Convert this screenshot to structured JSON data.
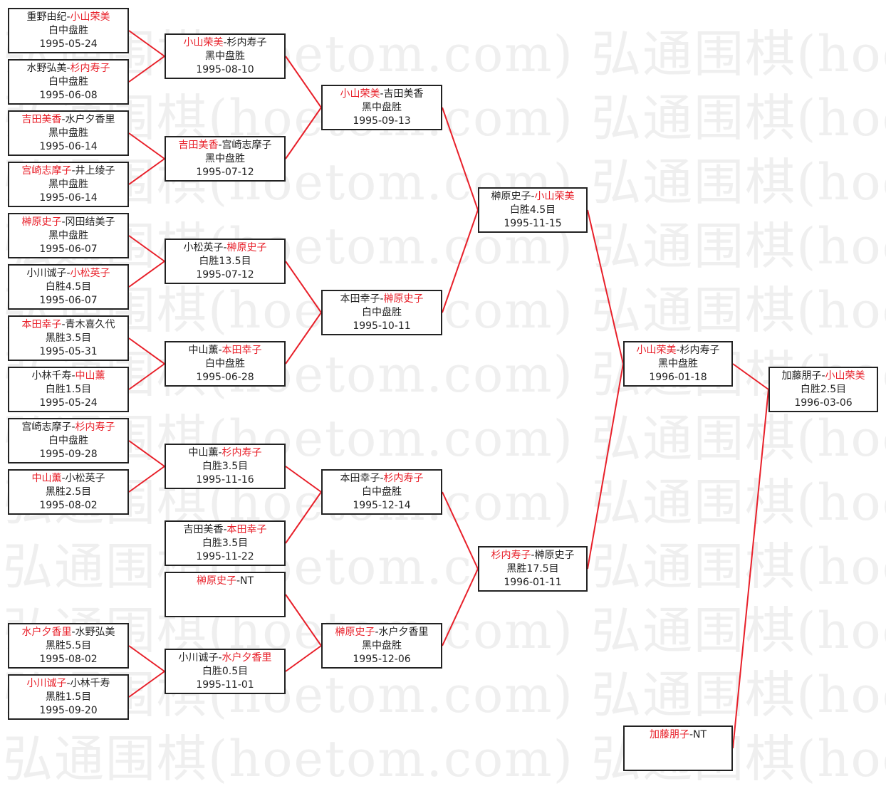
{
  "watermark": "弘通围棋(hoetom.com)",
  "colors": {
    "winner": "#e8202a",
    "line": "#e8202a",
    "border": "#222222"
  },
  "rounds": [
    [
      {
        "p1": "重野由纪",
        "p2": "小山荣美",
        "winner": 2,
        "result": "白中盘胜",
        "date": "1995-05-24"
      },
      {
        "p1": "水野弘美",
        "p2": "杉内寿子",
        "winner": 2,
        "result": "白中盘胜",
        "date": "1995-06-08"
      },
      {
        "p1": "吉田美香",
        "p2": "水户夕香里",
        "winner": 1,
        "result": "黑中盘胜",
        "date": "1995-06-14"
      },
      {
        "p1": "宫崎志摩子",
        "p2": "井上绫子",
        "winner": 1,
        "result": "黑中盘胜",
        "date": "1995-06-14"
      },
      {
        "p1": "榊原史子",
        "p2": "冈田结美子",
        "winner": 1,
        "result": "黑中盘胜",
        "date": "1995-06-07"
      },
      {
        "p1": "小川诚子",
        "p2": "小松英子",
        "winner": 2,
        "result": "白胜4.5目",
        "date": "1995-06-07"
      },
      {
        "p1": "本田幸子",
        "p2": "青木喜久代",
        "winner": 1,
        "result": "黑胜3.5目",
        "date": "1995-05-31"
      },
      {
        "p1": "小林千寿",
        "p2": "中山薰",
        "winner": 2,
        "result": "白胜1.5目",
        "date": "1995-05-24"
      },
      {
        "p1": "宫崎志摩子",
        "p2": "杉内寿子",
        "winner": 2,
        "result": "白中盘胜",
        "date": "1995-09-28"
      },
      {
        "p1": "中山薰",
        "p2": "小松英子",
        "winner": 1,
        "result": "黑胜2.5目",
        "date": "1995-08-02"
      },
      {
        "p1": "水户夕香里",
        "p2": "水野弘美",
        "winner": 1,
        "result": "黑胜5.5目",
        "date": "1995-08-02"
      },
      {
        "p1": "小川诚子",
        "p2": "小林千寿",
        "winner": 1,
        "result": "黑胜1.5目",
        "date": "1995-09-20"
      }
    ],
    [
      {
        "p1": "小山荣美",
        "p2": "杉内寿子",
        "winner": 1,
        "result": "黑中盘胜",
        "date": "1995-08-10"
      },
      {
        "p1": "吉田美香",
        "p2": "宫崎志摩子",
        "winner": 1,
        "result": "黑中盘胜",
        "date": "1995-07-12"
      },
      {
        "p1": "小松英子",
        "p2": "榊原史子",
        "winner": 2,
        "result": "白胜13.5目",
        "date": "1995-07-12"
      },
      {
        "p1": "中山薰",
        "p2": "本田幸子",
        "winner": 2,
        "result": "白中盘胜",
        "date": "1995-06-28"
      },
      {
        "p1": "中山薰",
        "p2": "杉内寿子",
        "winner": 2,
        "result": "白胜3.5目",
        "date": "1995-11-16"
      },
      {
        "p1": "吉田美香",
        "p2": "本田幸子",
        "winner": 2,
        "result": "白胜3.5目",
        "date": "1995-11-22"
      },
      {
        "p1": "榊原史子",
        "p2": "NT",
        "winner": 1,
        "result": "",
        "date": ""
      },
      {
        "p1": "小川诚子",
        "p2": "水户夕香里",
        "winner": 2,
        "result": "白胜0.5目",
        "date": "1995-11-01"
      }
    ],
    [
      {
        "p1": "小山荣美",
        "p2": "吉田美香",
        "winner": 1,
        "result": "黑中盘胜",
        "date": "1995-09-13"
      },
      {
        "p1": "本田幸子",
        "p2": "榊原史子",
        "winner": 2,
        "result": "白中盘胜",
        "date": "1995-10-11"
      },
      {
        "p1": "本田幸子",
        "p2": "杉内寿子",
        "winner": 2,
        "result": "白中盘胜",
        "date": "1995-12-14"
      },
      {
        "p1": "榊原史子",
        "p2": "水户夕香里",
        "winner": 1,
        "result": "黑中盘胜",
        "date": "1995-12-06"
      }
    ],
    [
      {
        "p1": "榊原史子",
        "p2": "小山荣美",
        "winner": 2,
        "result": "白胜4.5目",
        "date": "1995-11-15"
      },
      {
        "p1": "杉内寿子",
        "p2": "榊原史子",
        "winner": 1,
        "result": "黑胜17.5目",
        "date": "1996-01-11"
      }
    ],
    [
      {
        "p1": "小山荣美",
        "p2": "杉内寿子",
        "winner": 1,
        "result": "黑中盘胜",
        "date": "1996-01-18"
      },
      {
        "p1": "加藤朋子",
        "p2": "NT",
        "winner": 1,
        "result": "",
        "date": ""
      }
    ],
    [
      {
        "p1": "加藤朋子",
        "p2": "小山荣美",
        "winner": 2,
        "result": "白胜2.5目",
        "date": "1996-03-06"
      }
    ]
  ]
}
